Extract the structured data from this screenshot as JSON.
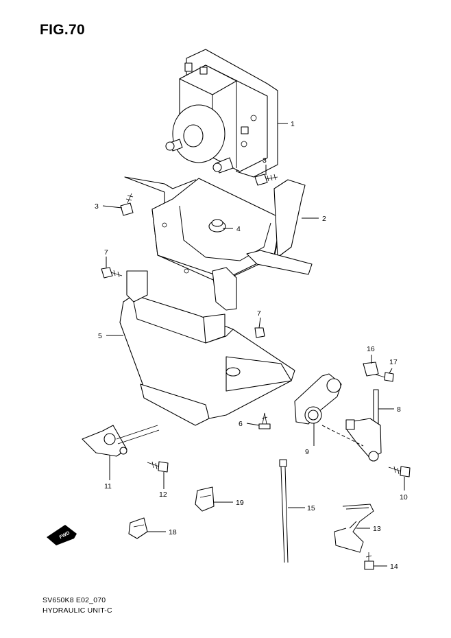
{
  "figure": {
    "title": "FIG.70"
  },
  "footer": {
    "code": "SV650K8 E02_070",
    "name": "HYDRAULIC UNIT-C"
  },
  "direction_label": "FWD",
  "callouts": [
    {
      "id": "c1",
      "label": "1"
    },
    {
      "id": "c2",
      "label": "2"
    },
    {
      "id": "c3a",
      "label": "3"
    },
    {
      "id": "c3b",
      "label": "3"
    },
    {
      "id": "c4",
      "label": "4"
    },
    {
      "id": "c5",
      "label": "5"
    },
    {
      "id": "c6",
      "label": "6"
    },
    {
      "id": "c7a",
      "label": "7"
    },
    {
      "id": "c7b",
      "label": "7"
    },
    {
      "id": "c8",
      "label": "8"
    },
    {
      "id": "c9",
      "label": "9"
    },
    {
      "id": "c10",
      "label": "10"
    },
    {
      "id": "c11",
      "label": "11"
    },
    {
      "id": "c12",
      "label": "12"
    },
    {
      "id": "c13",
      "label": "13"
    },
    {
      "id": "c14",
      "label": "14"
    },
    {
      "id": "c15",
      "label": "15"
    },
    {
      "id": "c16",
      "label": "16"
    },
    {
      "id": "c17",
      "label": "17"
    },
    {
      "id": "c18",
      "label": "18"
    },
    {
      "id": "c19",
      "label": "19"
    }
  ]
}
